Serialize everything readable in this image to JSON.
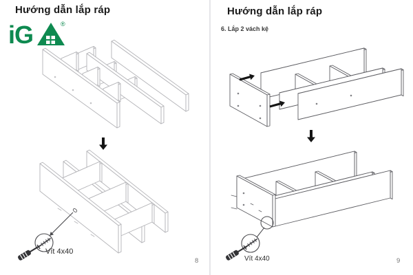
{
  "pages": [
    {
      "title": "Hướng dẫn lắp ráp",
      "logo": {
        "text": "iGA",
        "ig": "iG",
        "registered": "®"
      },
      "screw_label": "Vít 4x40",
      "page_number": "8"
    },
    {
      "title": "Hướng dẫn lắp ráp",
      "step_label": "6. Lắp 2 vách kệ",
      "screw_label": "Vít 4x40",
      "page_number": "9"
    }
  ],
  "colors": {
    "logo_green": "#0e8a50",
    "line_light": "#b3b3b7",
    "line_dark": "#5d5d62",
    "callout_dark": "#4a4a4e",
    "tool_dark": "#333336",
    "arrow_black": "#151515",
    "text_black": "#1b1b1b",
    "page_number_gray": "#777777"
  },
  "icons": {
    "down_arrow": "↓",
    "insert_arrow": "→",
    "screwdriver": "screwdriver-glyph",
    "magnifier_circle": "detail-circle"
  }
}
